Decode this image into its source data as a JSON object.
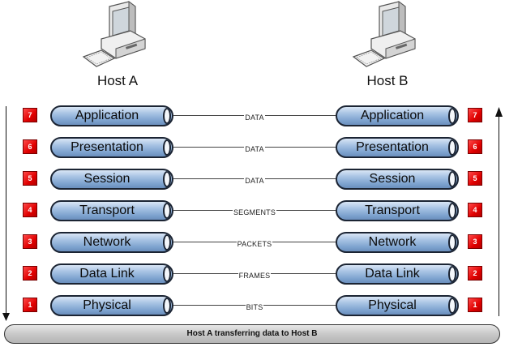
{
  "hosts": {
    "left": {
      "label": "Host A",
      "icon": "desktop-computer-icon"
    },
    "right": {
      "label": "Host B",
      "icon": "desktop-computer-icon"
    }
  },
  "layers": [
    {
      "number": "7",
      "name": "Application",
      "pdu": "DATA"
    },
    {
      "number": "6",
      "name": "Presentation",
      "pdu": "DATA"
    },
    {
      "number": "5",
      "name": "Session",
      "pdu": "DATA"
    },
    {
      "number": "4",
      "name": "Transport",
      "pdu": "SEGMENTS"
    },
    {
      "number": "3",
      "name": "Network",
      "pdu": "PACKETS"
    },
    {
      "number": "2",
      "name": "Data Link",
      "pdu": "FRAMES"
    },
    {
      "number": "1",
      "name": "Physical",
      "pdu": "BITS"
    }
  ],
  "arrows": {
    "left": "down",
    "right": "up"
  },
  "footer": {
    "caption": "Host A transferring data to Host B"
  },
  "colors": {
    "badge": "#e00000",
    "cylinder": "#7ea3cf",
    "footer_bar": "#c9c9c9"
  }
}
